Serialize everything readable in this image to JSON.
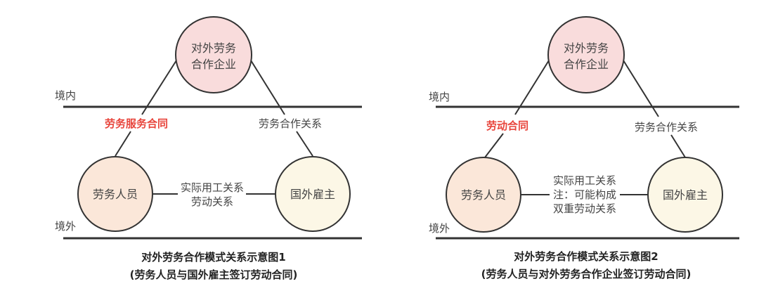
{
  "colors": {
    "company_fill": "#f9dcdc",
    "worker_fill": "#fbe7d9",
    "employer_fill": "#fcf7e6",
    "contract_red": "#e8453c"
  },
  "diagram1": {
    "domestic": "境内",
    "overseas": "境外",
    "company": [
      "对外劳务",
      "合作企业"
    ],
    "worker": "劳务人员",
    "employer": "国外雇主",
    "left_link": "劳务服务合同",
    "right_link": "劳务合作关系",
    "bottom_link": [
      "实际用工关系",
      "劳动关系"
    ],
    "caption": [
      "对外劳务合作模式关系示意图1",
      "(劳务人员与国外雇主签订劳动合同)"
    ]
  },
  "diagram2": {
    "domestic": "境内",
    "overseas": "境外",
    "company": [
      "对外劳务",
      "合作企业"
    ],
    "worker": "劳务人员",
    "employer": "国外雇主",
    "left_link": "劳动合同",
    "right_link": "劳务合作关系",
    "bottom_link": [
      "实际用工关系",
      "注：可能构成",
      "双重劳动关系"
    ],
    "caption": [
      "对外劳务合作模式关系示意图2",
      "(劳务人员与对外劳务合作企业签订劳动合同)"
    ]
  }
}
